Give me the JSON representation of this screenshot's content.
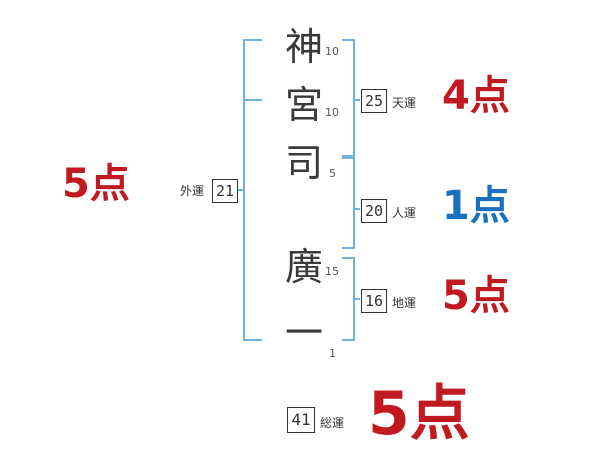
{
  "name_chars": [
    "神",
    "宮",
    "司",
    "廣",
    "一"
  ],
  "stroke_counts": [
    "10",
    "10",
    "5",
    "15",
    "1"
  ],
  "tenkaku": {
    "value": "25",
    "label": "天運",
    "score": "4点"
  },
  "jinkaku": {
    "value": "20",
    "label": "人運",
    "score": "1点"
  },
  "chikaku": {
    "value": "16",
    "label": "地運",
    "score": "5点"
  },
  "gaikaku": {
    "value": "21",
    "label": "外運",
    "score": "5点"
  },
  "soukaku": {
    "value": "41",
    "label": "総運",
    "score": "5点"
  },
  "colors": {
    "bracket": "#6fb2df",
    "score_red": "#c0191f",
    "score_blue": "#1a6fbf"
  }
}
